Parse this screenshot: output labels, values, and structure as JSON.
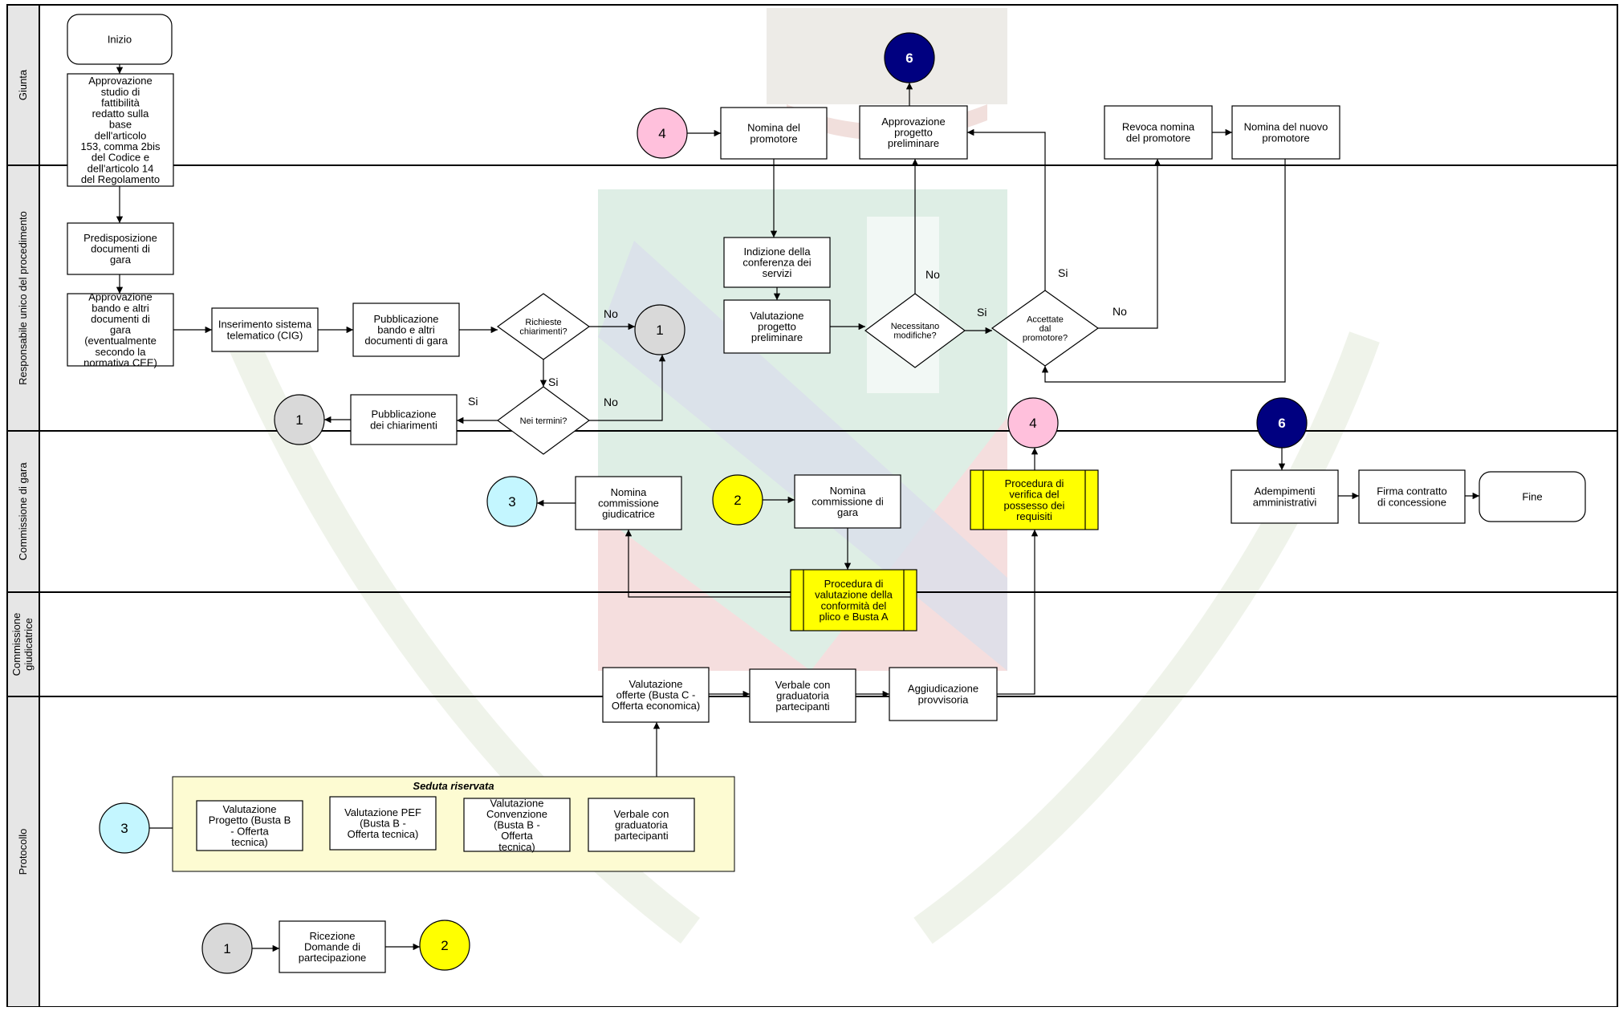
{
  "colors": {
    "box_fill": "#ffffff",
    "line": "#000000",
    "lane_header": "#e6e6e6",
    "subprocess_fill": "#ffff00",
    "group_fill": "#fdfbd2",
    "conn_gray": "#d9d9d9",
    "conn_pink": "#ffc0dc",
    "conn_cyan": "#c4f6ff",
    "conn_yellow": "#ffff00",
    "conn_navy": "#000080"
  },
  "lanes": [
    {
      "id": "giunta",
      "label": "Giunta"
    },
    {
      "id": "rup",
      "label": "Responsabile unico del procedimento"
    },
    {
      "id": "comm_gara",
      "label": "Commissione di gara"
    },
    {
      "id": "comm_giud",
      "label": "Commissione giudicatrice"
    },
    {
      "id": "protocollo",
      "label": "Protocollo"
    }
  ],
  "group": {
    "id": "seduta",
    "title": "Seduta riservata"
  },
  "nodes": [
    {
      "id": "inizio",
      "type": "terminal",
      "text": "Inizio"
    },
    {
      "id": "approv_studio",
      "type": "process",
      "text": "Approvazione studio di fattibilità redatto sulla base dell'articolo 153, comma 2bis del Codice e dell'articolo 14 del Regolamento"
    },
    {
      "id": "nomina_promotore",
      "type": "process",
      "text": "Nomina del promotore"
    },
    {
      "id": "approv_prog_prel",
      "type": "process",
      "text": "Approvazione progetto preliminare"
    },
    {
      "id": "revoca_nomina",
      "type": "process",
      "text": "Revoca nomina del promotore"
    },
    {
      "id": "nomina_nuovo",
      "type": "process",
      "text": "Nomina del nuovo promotore"
    },
    {
      "id": "predisposizione",
      "type": "process",
      "text": "Predisposizione documenti di gara"
    },
    {
      "id": "approv_bando",
      "type": "process",
      "text": "Approvazione bando e altri documenti di gara (eventualmente secondo la normativa CEE)"
    },
    {
      "id": "inserimento",
      "type": "process",
      "text": "Inserimento sistema telematico (CIG)"
    },
    {
      "id": "pubbl_bando",
      "type": "process",
      "text": "Pubblicazione bando e altri documenti di gara"
    },
    {
      "id": "richieste",
      "type": "decision",
      "text": "Richieste chiarimenti?"
    },
    {
      "id": "nei_termini",
      "type": "decision",
      "text": "Nei termini?"
    },
    {
      "id": "pubbl_chiar",
      "type": "process",
      "text": "Pubblicazione dei chiarimenti"
    },
    {
      "id": "indizione",
      "type": "process",
      "text": "Indizione della conferenza dei servizi"
    },
    {
      "id": "valut_prog",
      "type": "process",
      "text": "Valutazione progetto preliminare"
    },
    {
      "id": "necessitano",
      "type": "decision",
      "text": "Necessitano modifiche?"
    },
    {
      "id": "accettate",
      "type": "decision",
      "text": "Accettate dal promotore?"
    },
    {
      "id": "nomina_giud",
      "type": "process",
      "text": "Nomina commissione giudicatrice"
    },
    {
      "id": "nomina_gara",
      "type": "process",
      "text": "Nomina commissione di gara"
    },
    {
      "id": "proc_verifica",
      "type": "subprocess",
      "text": "Procedura di verifica del possesso dei requisiti"
    },
    {
      "id": "adempimenti",
      "type": "process",
      "text": "Adempimenti amministrativi"
    },
    {
      "id": "firma",
      "type": "process",
      "text": "Firma contratto di concessione"
    },
    {
      "id": "fine",
      "type": "terminal",
      "text": "Fine"
    },
    {
      "id": "proc_valut",
      "type": "subprocess",
      "text": "Procedura di valutazione della conformità del plico e Busta A"
    },
    {
      "id": "valut_offerte",
      "type": "process",
      "text": "Valutazione offerte (Busta C - Offerta economica)"
    },
    {
      "id": "verbale_grad",
      "type": "process",
      "text": "Verbale con graduatoria partecipanti"
    },
    {
      "id": "aggiudicazione",
      "type": "process",
      "text": "Aggiudicazione provvisoria"
    },
    {
      "id": "valut_progetto_b",
      "type": "process",
      "text": "Valutazione Progetto (Busta B - Offerta tecnica)"
    },
    {
      "id": "valut_pef",
      "type": "process",
      "text": "Valutazione PEF (Busta B - Offerta tecnica)"
    },
    {
      "id": "valut_conv",
      "type": "process",
      "text": "Valutazione Convenzione (Busta B - Offerta tecnica)"
    },
    {
      "id": "verbale_grad2",
      "type": "process",
      "text": "Verbale con graduatoria partecipanti"
    },
    {
      "id": "ricezione",
      "type": "process",
      "text": "Ricezione Domande di partecipazione"
    }
  ],
  "connectors": [
    {
      "id": "c4_top",
      "label": "4",
      "color": "pink"
    },
    {
      "id": "c6_top",
      "label": "6",
      "color": "navy"
    },
    {
      "id": "c1_right",
      "label": "1",
      "color": "gray"
    },
    {
      "id": "c1_left",
      "label": "1",
      "color": "gray"
    },
    {
      "id": "c4_mid",
      "label": "4",
      "color": "pink"
    },
    {
      "id": "c6_mid",
      "label": "6",
      "color": "navy"
    },
    {
      "id": "c3_mid",
      "label": "3",
      "color": "cyan"
    },
    {
      "id": "c2_mid",
      "label": "2",
      "color": "yellow"
    },
    {
      "id": "c3_giud",
      "label": "3",
      "color": "cyan"
    },
    {
      "id": "c1_prot",
      "label": "1",
      "color": "gray"
    },
    {
      "id": "c2_prot",
      "label": "2",
      "color": "yellow"
    }
  ],
  "edge_labels": {
    "no": "No",
    "si": "Si"
  }
}
